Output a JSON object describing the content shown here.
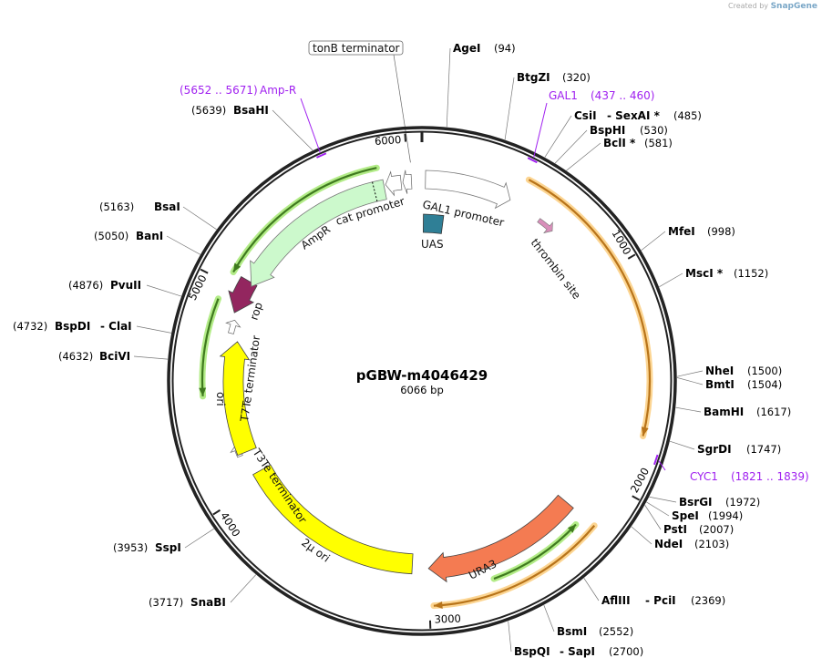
{
  "branding": {
    "prefix": "Created by",
    "name": "SnapGene"
  },
  "plasmid": {
    "name": "pGBW-m4046429",
    "length": "6066 bp"
  },
  "ticks": [
    "1000",
    "2000",
    "3000",
    "4000",
    "5000",
    "6000"
  ],
  "tick_bp": [
    1000,
    2000,
    3000,
    4000,
    5000,
    6000
  ],
  "total_bp": 6066,
  "enzymes": [
    {
      "name": "AgeI",
      "bp": 94,
      "pos": "(94)"
    },
    {
      "name": "BtgZI",
      "bp": 320,
      "pos": "(320)"
    },
    {
      "name": "CsiI",
      "second": "SexAI *",
      "bp": 485,
      "pos": "(485)"
    },
    {
      "name": "BspHI",
      "bp": 530,
      "pos": "(530)"
    },
    {
      "name": "BclI *",
      "bp": 581,
      "pos": "(581)"
    },
    {
      "name": "MfeI",
      "bp": 998,
      "pos": "(998)"
    },
    {
      "name": "MscI *",
      "bp": 1152,
      "pos": "(1152)"
    },
    {
      "name": "NheI",
      "bp": 1500,
      "pos": "(1500)"
    },
    {
      "name": "BmtI",
      "bp": 1504,
      "pos": "(1504)"
    },
    {
      "name": "BamHI",
      "bp": 1617,
      "pos": "(1617)"
    },
    {
      "name": "SgrDI",
      "bp": 1747,
      "pos": "(1747)"
    },
    {
      "name": "BsrGI",
      "bp": 1972,
      "pos": "(1972)"
    },
    {
      "name": "SpeI",
      "bp": 1994,
      "pos": "(1994)"
    },
    {
      "name": "PstI",
      "bp": 2007,
      "pos": "(2007)"
    },
    {
      "name": "NdeI",
      "bp": 2103,
      "pos": "(2103)"
    },
    {
      "name": "AflIII",
      "second": "PciI",
      "bp": 2369,
      "pos": "(2369)"
    },
    {
      "name": "BsmI",
      "bp": 2552,
      "pos": "(2552)"
    },
    {
      "name": "BspQI",
      "second": "SapI",
      "bp": 2700,
      "pos": "(2700)"
    },
    {
      "name": "SnaBI",
      "bp": 3717,
      "pos": "(3717)"
    },
    {
      "name": "SspI",
      "bp": 3953,
      "pos": "(3953)"
    },
    {
      "name": "BciVI",
      "bp": 4632,
      "pos": "(4632)"
    },
    {
      "name": "BspDI",
      "second": "ClaI",
      "bp": 4732,
      "pos": "(4732)"
    },
    {
      "name": "PvuII",
      "bp": 4876,
      "pos": "(4876)"
    },
    {
      "name": "BanI",
      "bp": 5050,
      "pos": "(5050)"
    },
    {
      "name": "BsaI",
      "bp": 5163,
      "pos": "(5163)"
    },
    {
      "name": "BsaHI",
      "bp": 5639,
      "pos": "(5639)"
    }
  ],
  "primers": [
    {
      "name": "Amp-R",
      "range": "(5652 .. 5671)",
      "bp": 5661
    },
    {
      "name": "GAL1",
      "range": "(437 .. 460)",
      "bp": 448
    },
    {
      "name": "CYC1",
      "range": "(1821 .. 1839)",
      "bp": 1830
    }
  ],
  "features": {
    "gal1_promoter": "GAL1 promoter",
    "uas": "UAS",
    "thrombin": "thrombin site",
    "ura3": "URA3",
    "two_micron": "2μ ori",
    "t3te": "T3Te terminator",
    "ori": "ori",
    "t7te": "T7Te terminator",
    "rop": "rop",
    "ampr": "AmpR",
    "cat": "cat promoter",
    "tonb": "tonB terminator"
  },
  "colors": {
    "ampr": "#ccf9cc",
    "rop": "#93265f",
    "ori": "#ffff00",
    "ura3": "#f47b52",
    "uas": "#2f7f96",
    "thrombin": "#d88fba",
    "orf_line": "#b8741a",
    "orf_glow": "#fcd592",
    "green_line": "#3f7a1f",
    "green_glow": "#b3ec88",
    "primer": "#a020f0"
  }
}
